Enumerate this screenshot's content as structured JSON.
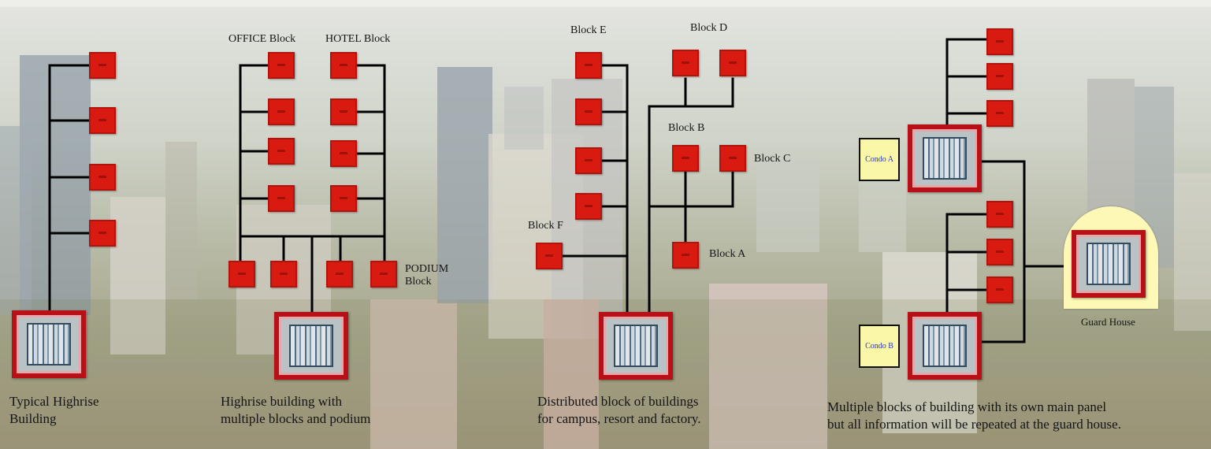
{
  "labels": {
    "office_block": "OFFICE Block",
    "hotel_block": "HOTEL Block",
    "podium_block_line1": "PODIUM",
    "podium_block_line2": "Block",
    "block_e": "Block E",
    "block_d": "Block D",
    "block_b": "Block B",
    "block_c": "Block C",
    "block_f": "Block F",
    "block_a": "Block A",
    "condo_a": "Condo A",
    "condo_b": "Condo B",
    "guard_house": "Guard House"
  },
  "captions": {
    "typical": [
      "Typical Highrise",
      "Building"
    ],
    "multi_block": [
      "Highrise building with",
      "multiple blocks and podium"
    ],
    "distributed": [
      "Distributed block of buildings",
      "for campus, resort and factory."
    ],
    "guard_house": [
      "Multiple blocks of building with its own main panel",
      "but all information will be repeated at the guard house."
    ]
  },
  "colors": {
    "node_red": "#d81a10",
    "panel_red": "#b71016",
    "condo_fill": "#fbf7a8",
    "condo_text": "#2233cc",
    "line": "#000000"
  },
  "icons": {
    "node": "fire-alarm-node-icon",
    "panel": "main-fire-panel-icon"
  }
}
